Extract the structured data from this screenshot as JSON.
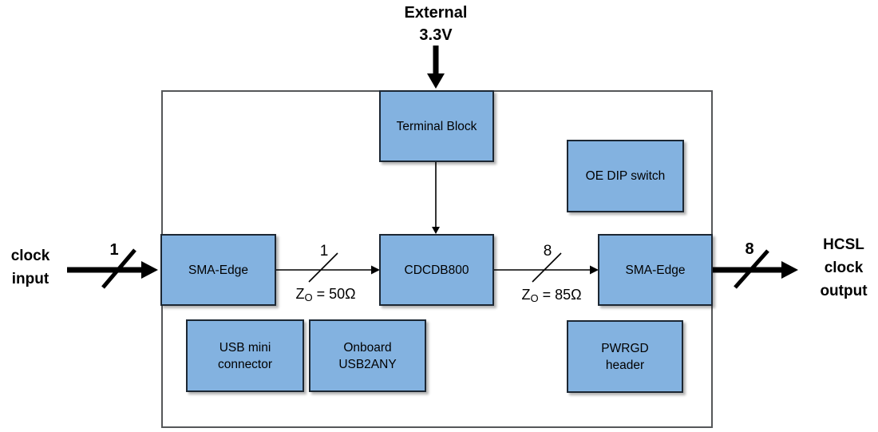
{
  "labels": {
    "external_line1": "External",
    "external_line2": "3.3V",
    "clock_in_line1": "clock",
    "clock_in_line2": "input",
    "out_line1": "HCSL",
    "out_line2": "clock",
    "out_line3": "output",
    "bus_in_thick": "1",
    "bus_in_thin": "1",
    "bus_out_thin": "8",
    "bus_out_thick": "8",
    "zo_in_base": "Z",
    "zo_in_sub": "O",
    "zo_in_rest": " = 50Ω",
    "zo_out_base": "Z",
    "zo_out_sub": "O",
    "zo_out_rest": " = 85Ω"
  },
  "blocks": {
    "terminal": "Terminal Block",
    "oe_dip": "OE DIP switch",
    "sma_in": "SMA-Edge",
    "cdcdb800": "CDCDB800",
    "sma_out": "SMA-Edge",
    "usb_mini_line1": "USB mini",
    "usb_mini_line2": "connector",
    "usb2any_line1": "Onboard",
    "usb2any_line2": "USB2ANY",
    "pwrgd_line1": "PWRGD",
    "pwrgd_line2": "header"
  },
  "colors": {
    "block_fill": "#83b2e0",
    "block_border": "#1c2733",
    "board_border": "#555759",
    "arrow": "#000000"
  }
}
